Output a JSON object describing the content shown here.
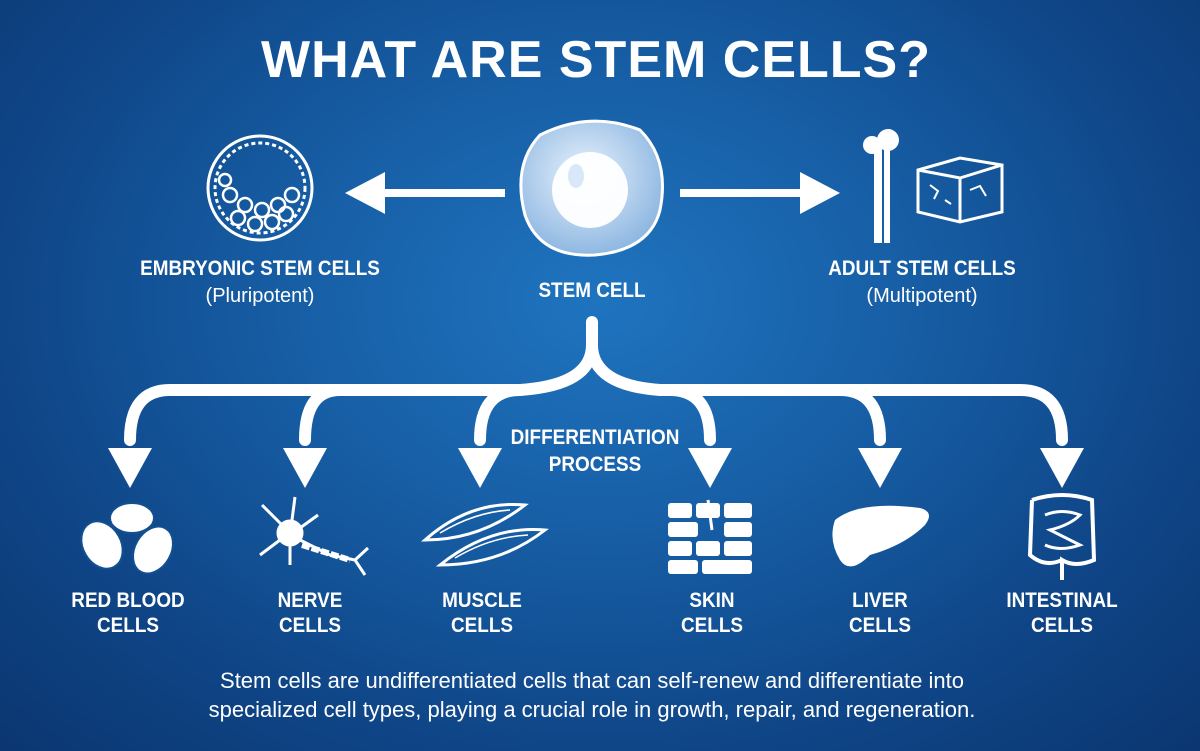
{
  "title": "WHAT ARE STEM CELLS?",
  "center": {
    "label": "STEM CELL"
  },
  "left": {
    "label": "EMBRYONIC STEM CELLS",
    "sub": "(Pluripotent)"
  },
  "right": {
    "label": "ADULT STEM CELLS",
    "sub": "(Multipotent)"
  },
  "process": {
    "line1": "DIFFERENTIATION",
    "line2": "PROCESS"
  },
  "cell_types": [
    {
      "line1": "RED BLOOD",
      "line2": "CELLS",
      "icon": "red-blood-cells-icon"
    },
    {
      "line1": "NERVE",
      "line2": "CELLS",
      "icon": "nerve-cell-icon"
    },
    {
      "line1": "MUSCLE",
      "line2": "CELLS",
      "icon": "muscle-cells-icon"
    },
    {
      "line1": "SKIN",
      "line2": "CELLS",
      "icon": "skin-cells-icon"
    },
    {
      "line1": "LIVER",
      "line2": "CELLS",
      "icon": "liver-icon"
    },
    {
      "line1": "INTESTINAL",
      "line2": "CELLS",
      "icon": "intestine-icon"
    }
  ],
  "footer": {
    "line1": "Stem cells are undifferentiated cells that can self-renew and differentiate into",
    "line2": "specialized cell types, playing a crucial role in growth, repair, and regeneration."
  },
  "colors": {
    "background": "#175fa6",
    "foreground": "#ffffff"
  }
}
